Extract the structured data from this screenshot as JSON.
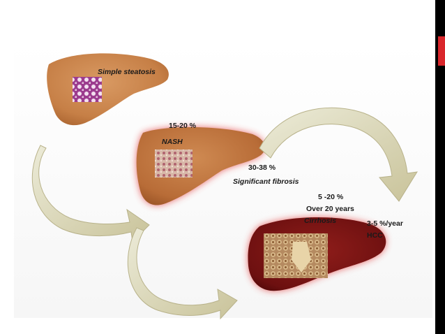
{
  "diagram": {
    "labels": {
      "simple_steatosis": "Simple steatosis",
      "nash_rate": "15-20 %",
      "nash": "NASH",
      "fibrosis_rate": "30-38 %",
      "fibrosis": "Significant fibrosis",
      "cirrhosis_rate": "5 -20  %",
      "cirrhosis_period": "Over 20 years",
      "cirrhosis": "Cirrhosis",
      "hcc_rate": "3-5 %/year",
      "hcc": "HCC"
    },
    "colors": {
      "healthy_liver": "#c9834c",
      "nash_liver": "#c0763f",
      "cirrhosis_liver": "#7a1414",
      "arrow": "#d8d3b0",
      "glow": "#e23a3a",
      "accent_bar": "#d9262b"
    }
  }
}
